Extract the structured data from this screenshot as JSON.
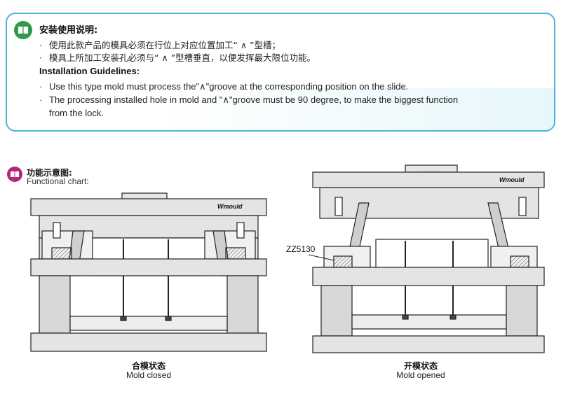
{
  "guidelines": {
    "cn_title": "安装使用说明:",
    "cn_lines": [
      "使用此款产品的模具必须在行位上对应位置加工“ ∧ ”型槽；",
      "模具上所加工安装孔必须与“ ∧ ”型槽垂直，以便发挥最大限位功能。"
    ],
    "en_title": "Installation Guidelines:",
    "en_lines": [
      "Use this type mold  must process the\"∧\"groove  at the corresponding position on the slide.",
      "The processing  installed hole in mold  and \"∧\"groove must be 90 degree, to make the biggest function",
      "from the lock."
    ],
    "bullet": "·"
  },
  "functional_chart": {
    "cn_title": "功能示意图:",
    "en_title": "Functional chart:"
  },
  "closed": {
    "brand": "Wmould",
    "caption_cn": "合模状态",
    "caption_en": "Mold closed"
  },
  "opened": {
    "brand": "Wmould",
    "part_label": "ZZ5130",
    "caption_cn": "开模状态",
    "caption_en": "Mold opened"
  },
  "colors": {
    "frame": "#4bb6d8",
    "guide_icon": "#2e9a4a",
    "chart_icon": "#b0287d",
    "plate": "#e4e4e4",
    "plate_dark": "#d2d2d2",
    "line": "#222222"
  },
  "icons": [
    "book-icon",
    "chart-book-icon"
  ]
}
